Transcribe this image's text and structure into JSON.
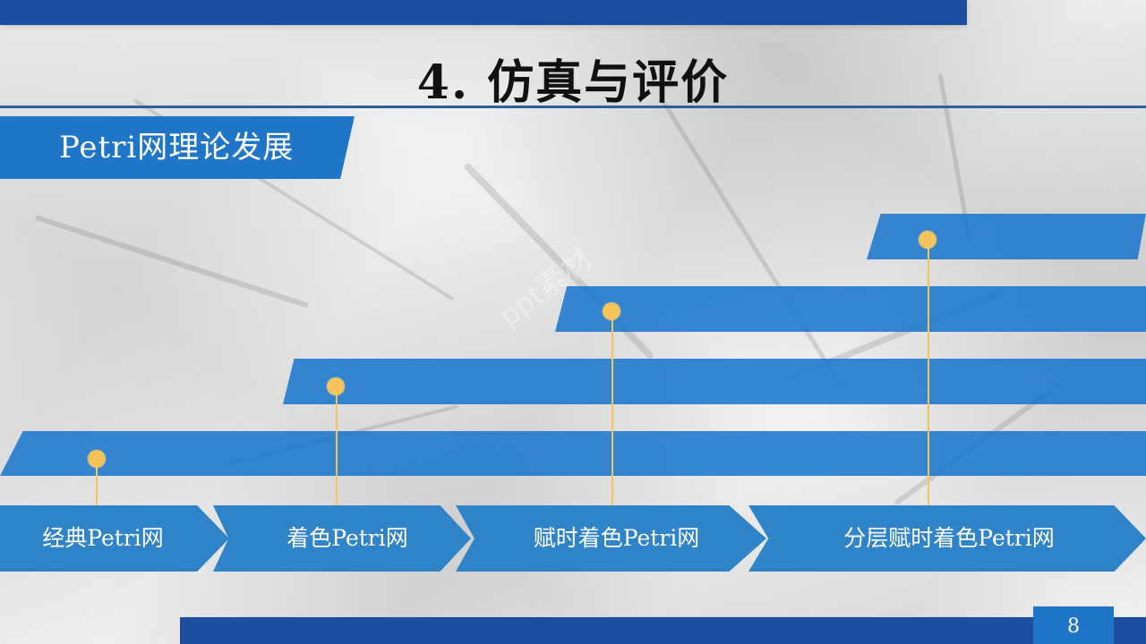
{
  "header": {
    "title": "4. 仿真与评价"
  },
  "section": {
    "title": "Petri网理论发展"
  },
  "timeline": {
    "steps": [
      {
        "label": "经典Petri网"
      },
      {
        "label": "着色Petri网"
      },
      {
        "label": "赋时着色Petri网"
      },
      {
        "label": "分层赋时着色Petri网"
      }
    ]
  },
  "footer": {
    "page_number": "8"
  },
  "watermark": {
    "text": "ppt素材"
  }
}
